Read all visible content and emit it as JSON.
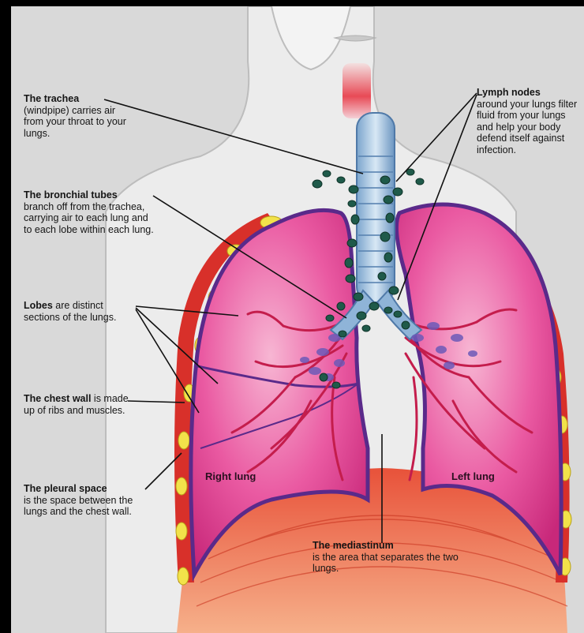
{
  "labels": {
    "trachea": {
      "title": "The trachea",
      "body": "(windpipe) carries air from your throat to your lungs."
    },
    "bronchial": {
      "title": "The bronchial tubes",
      "body": "branch off from the trachea, carrying air to each lung and to each lobe within each lung."
    },
    "lobes": {
      "title": "Lobes",
      "rest": " are distinct sections of the lungs."
    },
    "chestwall": {
      "title": "The chest wall",
      "rest": " is made up of ribs and muscles."
    },
    "pleural": {
      "title": "The pleural space",
      "body": "is the space between the lungs and the chest wall."
    },
    "lymph": {
      "title": "Lymph nodes",
      "body": "around your lungs filter fluid from your lungs and help your body defend itself against infection."
    },
    "mediastinum": {
      "title": "The mediastinum",
      "body": "is the area that separates the two lungs."
    },
    "right_lung": "Right lung",
    "left_lung": "Left lung"
  },
  "colors": {
    "background": "#d9d9d9",
    "lung": "#e8509a",
    "lung_outline": "#5a2a8a",
    "trachea": "#8fb4d8",
    "lymph_node": "#1f5a4a",
    "muscle": "#e2452e",
    "rib_dot": "#f2e24a",
    "chest_wall_red": "#d8302a"
  },
  "icons": [
    "lymph-node-icon",
    "rib-icon"
  ]
}
